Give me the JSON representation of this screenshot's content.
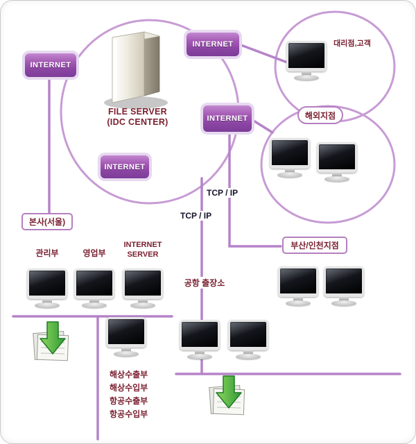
{
  "page": {
    "background": "#ffffff",
    "border_color": "#c9c9c9"
  },
  "colors": {
    "line": "#b583c9",
    "circle_stroke": "#c79bd4",
    "internet_grad_top": "#b36cc2",
    "internet_grad_bottom": "#7e3f9b",
    "internet_halo": "#e6d9f0",
    "label_border": "#b57fc0",
    "label_text": "#7a2030",
    "tcp_text": "#14142b",
    "arrow_green": "#3ea546"
  },
  "internet_nodes": [
    {
      "label": "INTERNET"
    },
    {
      "label": "INTERNET"
    },
    {
      "label": "INTERNET"
    },
    {
      "label": "INTERNET"
    }
  ],
  "server": {
    "title_line1": "FILE SERVER",
    "title_line2": "(IDC CENTER)"
  },
  "sites": {
    "agency_customer": "대리점,고객",
    "overseas_branch": "해외지점",
    "headquarters": "본사(서울)",
    "busan_incheon": "부산/인천지점",
    "airport_office": "공항 출장소"
  },
  "departments": {
    "admin": "관리부",
    "sales": "영업부",
    "internet_server_line1": "INTERNET",
    "internet_server_line2": "SERVER",
    "cargo": [
      "해상수출부",
      "해상수입부",
      "항공수출부",
      "항공수입부"
    ]
  },
  "protocol_labels": [
    {
      "label": "TCP / IP"
    },
    {
      "label": "TCP / IP"
    }
  ]
}
